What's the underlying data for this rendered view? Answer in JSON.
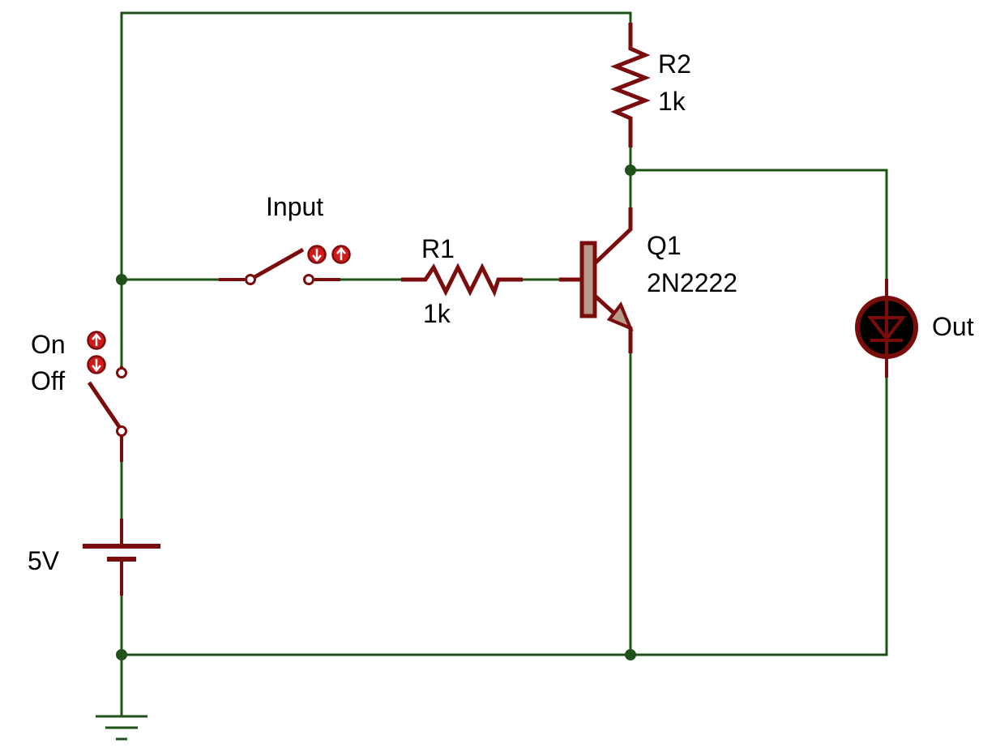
{
  "colors": {
    "wire": "#1f5218",
    "component": "#7a0c0c",
    "component_fill": "#b99a8a",
    "button": "#d21a1a",
    "junction": "#1f5218"
  },
  "components": {
    "r2": {
      "ref": "R2",
      "value": "1k"
    },
    "r1": {
      "ref": "R1",
      "value": "1k"
    },
    "q1": {
      "ref": "Q1",
      "value": "2N2222"
    },
    "input_switch": {
      "label": "Input"
    },
    "power_switch": {
      "on_label": "On",
      "off_label": "Off"
    },
    "battery": {
      "value": "5V"
    },
    "led": {
      "label": "Out"
    }
  },
  "icons": {
    "input_switch_buttons": [
      "arrow-down-icon",
      "arrow-up-icon"
    ],
    "power_switch_buttons": [
      "arrow-up-icon",
      "arrow-down-icon"
    ],
    "ground": "ground-icon"
  }
}
